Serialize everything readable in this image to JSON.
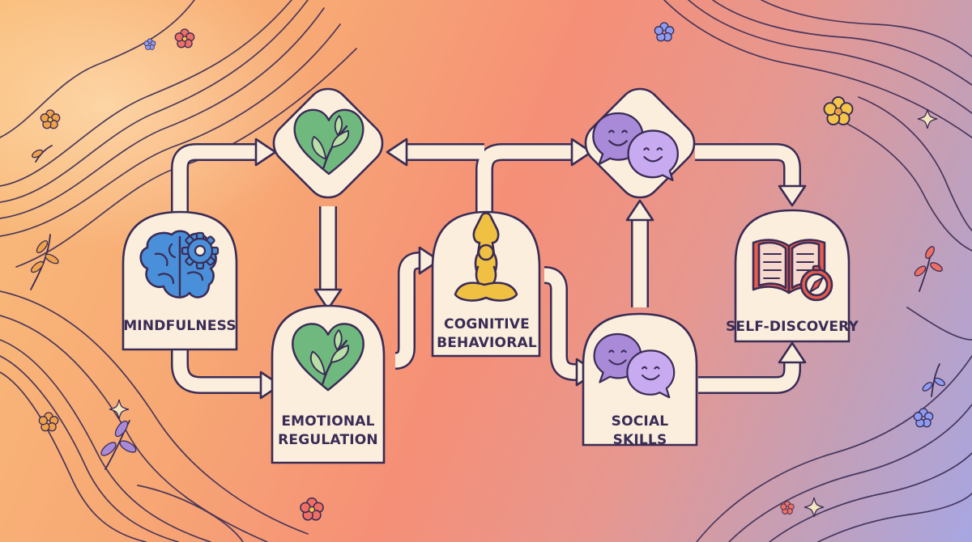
{
  "title": "",
  "colors": {
    "outline": "#3a2c55",
    "panel": "#fbeedd",
    "arrow_fill": "#fbeedd",
    "brain": "#4a8fd9",
    "gear": "#4a8fd9",
    "heart": "#6fb97e",
    "meditator": "#f0c043",
    "speech_bubble": "#a98ad8",
    "book": "#e85c4d",
    "compass": "#e85c4d"
  },
  "nodes": [
    {
      "id": "mindfulness",
      "label": "MINDFULNESS",
      "icons": [
        "brain-icon",
        "gear-icon"
      ]
    },
    {
      "id": "emotional-regulation",
      "label": "EMOTIONAL\nREGULATION",
      "icons": [
        "heart-leaf-icon"
      ]
    },
    {
      "id": "cognitive-behavioral",
      "label": "COGNITIVE\nBEHAVIORAL",
      "icons": [
        "meditation-icon"
      ]
    },
    {
      "id": "social-skills",
      "label": "SOCIAL\nSKILLS",
      "icons": [
        "speech-bubbles-icon"
      ]
    },
    {
      "id": "self-discovery",
      "label": "SELF-DISCOVERY",
      "icons": [
        "open-book-icon",
        "compass-icon"
      ]
    }
  ],
  "junctions": [
    {
      "id": "heart-junction",
      "icons": [
        "heart-leaf-icon"
      ]
    },
    {
      "id": "bubbles-junction",
      "icons": [
        "speech-bubbles-icon"
      ]
    }
  ],
  "edges": [
    {
      "from": "mindfulness",
      "to": "heart-junction"
    },
    {
      "from": "mindfulness",
      "to": "emotional-regulation"
    },
    {
      "from": "heart-junction",
      "to": "emotional-regulation"
    },
    {
      "from": "emotional-regulation",
      "to": "cognitive-behavioral"
    },
    {
      "from": "cognitive-behavioral",
      "to": "heart-junction"
    },
    {
      "from": "cognitive-behavioral",
      "to": "bubbles-junction"
    },
    {
      "from": "cognitive-behavioral",
      "to": "social-skills"
    },
    {
      "from": "social-skills",
      "to": "bubbles-junction"
    },
    {
      "from": "bubbles-junction",
      "to": "self-discovery"
    },
    {
      "from": "social-skills",
      "to": "self-discovery"
    }
  ]
}
